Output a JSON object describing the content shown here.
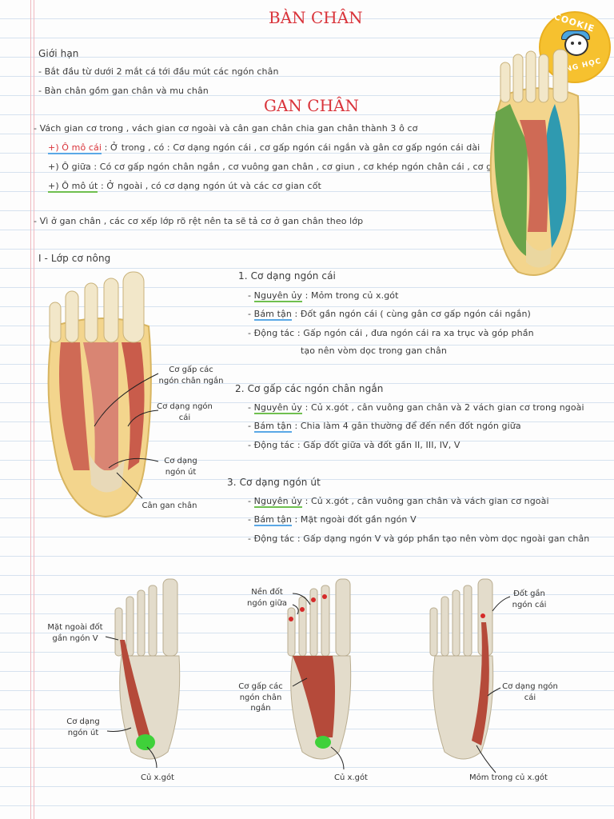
{
  "title": "BÀN CHÂN",
  "badge": {
    "line1": "COOKIE",
    "line2": "ĐANG HỌC Y"
  },
  "limits": {
    "heading": "Giới hạn",
    "lines": [
      "- Bắt đầu từ dưới 2 mắt cá tới đầu mút các ngón chân",
      "- Bàn chân gồm gan chân và mu chân"
    ]
  },
  "sole": {
    "heading": "GAN CHÂN",
    "line1": "- Vách gian cơ trong , vách gian cơ ngoài và cân gan chân chia gan chân thành 3 ô cơ",
    "cells": [
      {
        "prefix": "+) Ô mô cái",
        "text": " : Ở trong , có : Cơ dạng ngón cái , cơ gấp ngón cái ngắn và gân cơ gấp ngón cái dài"
      },
      {
        "prefix": "+) Ô giữa",
        "text": " : Có cơ gấp ngón chân ngắn , cơ vuông gan chân , cơ giun , cơ khép ngón chân cái , cơ gian cốt"
      },
      {
        "prefix": "+) Ô mô út",
        "text": " : Ở ngoài , có cơ dạng ngón út và các cơ gian cốt"
      }
    ],
    "line2": "- Vì ở gan chân , các cơ xếp lớp rõ rệt nên ta sẽ tả cơ ở gan chân theo lớp"
  },
  "layer": {
    "heading": "I - Lớp cơ nông",
    "muscles": [
      {
        "title": "1. Cơ dạng ngón cái",
        "rows": [
          {
            "key": "Nguyên ủy",
            "text": " : Mỏm trong củ x.gót"
          },
          {
            "key": "Bám tận",
            "text": " : Đốt gần ngón cái ( cùng gân cơ gấp ngón cái ngắn)"
          },
          {
            "key": "Động tác",
            "text": " : Gấp ngón cái , đưa ngón cái ra xa trục và góp phần"
          },
          {
            "key": "",
            "text": "tạo nên vòm dọc trong gan chân"
          }
        ]
      },
      {
        "title": "2. Cơ gấp các ngón chân ngắn",
        "rows": [
          {
            "key": "Nguyên ủy",
            "text": " : Củ x.gót , cân vuông gan chân và 2 vách gian cơ trong ngoài"
          },
          {
            "key": "Bám tận",
            "text": " : Chia làm 4 gân thường để đến nền đốt ngón giữa"
          },
          {
            "key": "Động tác",
            "text": " : Gấp đốt giữa và đốt gần II, III, IV, V"
          }
        ]
      },
      {
        "title": "3. Cơ dạng ngón út",
        "rows": [
          {
            "key": "Nguyên ủy",
            "text": " : Củ x.gót , cân vuông gan chân và vách gian cơ ngoài"
          },
          {
            "key": "Bám tận",
            "text": " : Mặt ngoài đốt gần ngón V"
          },
          {
            "key": "Động tác",
            "text": " : Gấp dạng ngón V và góp phần tạo nên vòm dọc ngoài gan chân"
          }
        ]
      }
    ]
  },
  "figure1_labels": {
    "fdb": "Cơ gấp các ngón chân ngắn",
    "ah": "Cơ dạng ngón cái",
    "adm": "Cơ dạng ngón út",
    "apo": "Cân gan chân"
  },
  "bones": {
    "b1": {
      "top": "Mặt ngoài đốt gần ngón V",
      "mid": "Cơ dạng ngón út",
      "bottom": "Củ x.gót"
    },
    "b2": {
      "top": "Nền đốt ngón giữa",
      "mid": "Cơ gấp các ngón chân ngắn",
      "bottom": "Củ x.gót"
    },
    "b3": {
      "top": "Đốt gần ngón cái",
      "mid": "Cơ dạng ngón cái",
      "bottom": "Mỏm trong củ x.gót"
    }
  },
  "colors": {
    "accent": "#d9333a",
    "underline_green": "#6fbf4f",
    "underline_blue": "#5aa8e6",
    "muscle": "#c9574a",
    "bone": "#e3dccb"
  }
}
